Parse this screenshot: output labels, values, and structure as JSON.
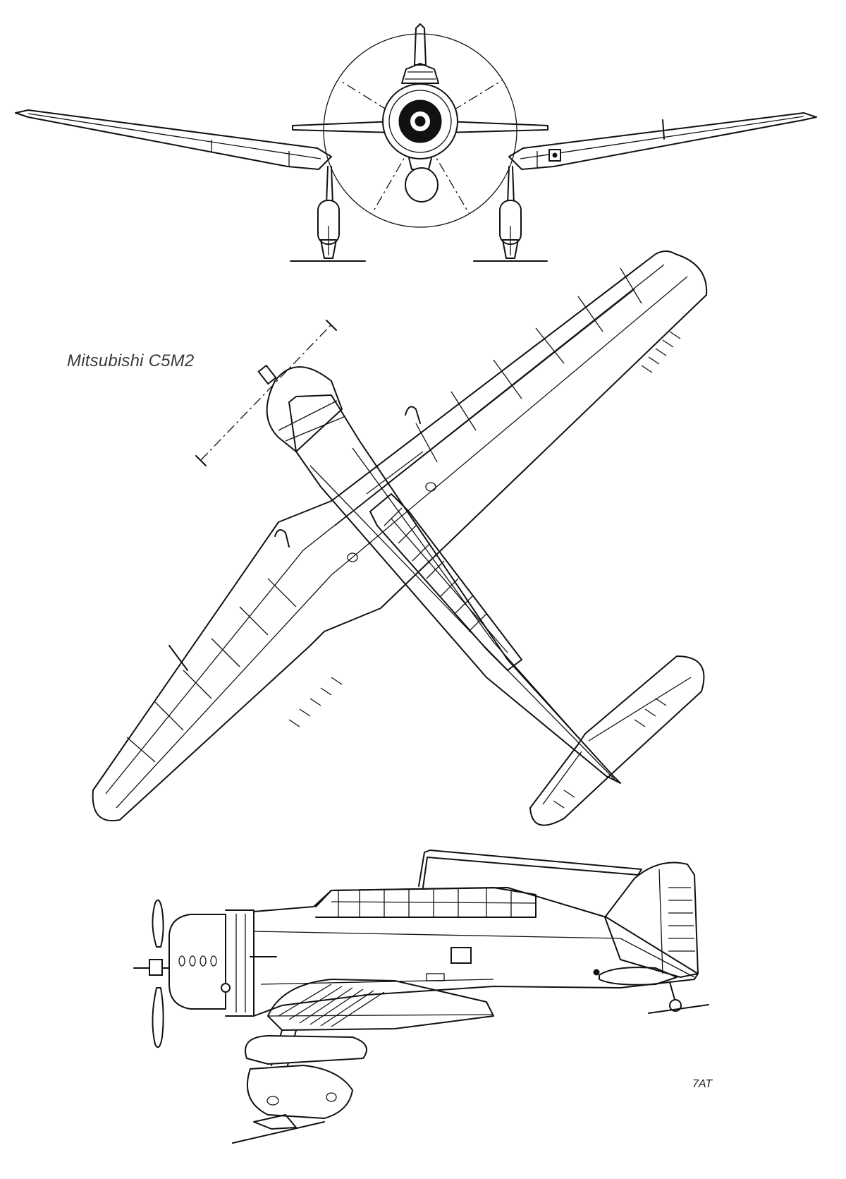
{
  "drawing": {
    "title": "Mitsubishi C5M2",
    "artist_initials": "7AT",
    "views": [
      "front-view",
      "plan-view",
      "side-view"
    ],
    "line_color": "#111111",
    "background_color": "#ffffff"
  }
}
